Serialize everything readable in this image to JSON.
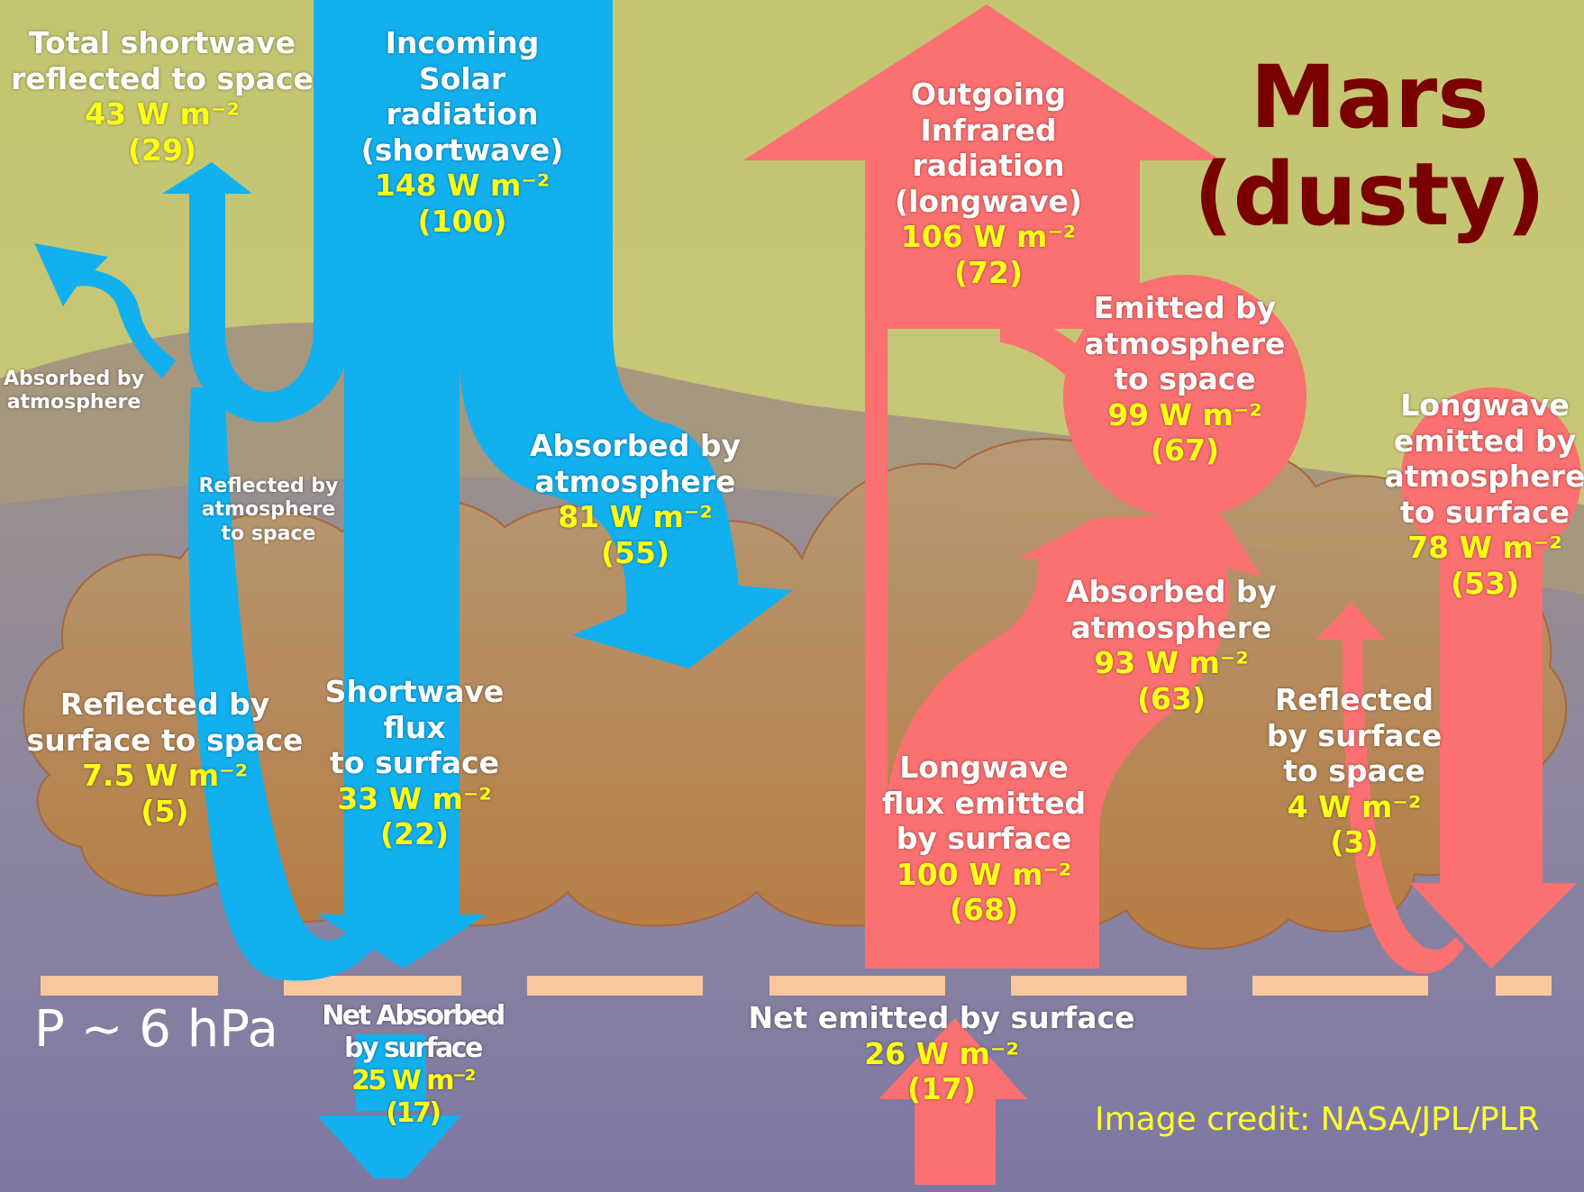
{
  "title": {
    "line1": "Mars",
    "line2": "(dusty)"
  },
  "pressure": "P ~ 6 hPa",
  "credit": "Image credit: NASA/JPL/PLR",
  "colors": {
    "shortwave": "#12b0ee",
    "longwave": "#fb7070",
    "value_text": "#ffff14",
    "title": "#7a0000",
    "surface_dash": "#f8c79e"
  },
  "labels": {
    "total_reflected": {
      "lines": [
        "Total shortwave",
        "reflected to space"
      ],
      "value": "43 W m⁻²",
      "pct": "(29)"
    },
    "incoming": {
      "lines": [
        "Incoming",
        "Solar",
        "radiation",
        "(shortwave)"
      ],
      "value": "148 W m⁻²",
      "pct": "(100)"
    },
    "absorbed_sw": {
      "lines": [
        "Absorbed by",
        "atmosphere"
      ],
      "value": "81 W m⁻²",
      "pct": "(55)"
    },
    "absorbed_small": {
      "lines": [
        "Absorbed by",
        "atmosphere"
      ]
    },
    "reflected_atm": {
      "lines": [
        "Reflected by",
        "atmosphere",
        "to space"
      ]
    },
    "reflected_surf": {
      "lines": [
        "Reflected by",
        "surface to space"
      ],
      "value": "7.5 W m⁻²",
      "pct": "(5)"
    },
    "sw_flux": {
      "lines": [
        "Shortwave",
        "flux",
        "to surface"
      ],
      "value": "33 W m⁻²",
      "pct": "(22)"
    },
    "net_absorbed": {
      "lines": [
        "Net Absorbed",
        "by surface"
      ],
      "value": "25 W m⁻²",
      "pct": "(17)"
    },
    "outgoing_ir": {
      "lines": [
        "Outgoing",
        "Infrared",
        "radiation",
        "(longwave)"
      ],
      "value": "106 W m⁻²",
      "pct": "(72)"
    },
    "emitted_atm": {
      "lines": [
        "Emitted by",
        "atmosphere",
        "to space"
      ],
      "value": "99 W m⁻²",
      "pct": "(67)"
    },
    "lw_to_surface": {
      "lines": [
        "Longwave",
        "emitted by",
        "atmosphere",
        "to surface"
      ],
      "value": "78 W m⁻²",
      "pct": "(53)"
    },
    "absorbed_lw": {
      "lines": [
        "Absorbed by",
        "atmosphere"
      ],
      "value": "93 W m⁻²",
      "pct": "(63)"
    },
    "lw_surface": {
      "lines": [
        "Longwave",
        "flux emitted",
        "by surface"
      ],
      "value": "100 W m⁻²",
      "pct": "(68)"
    },
    "reflected_lw": {
      "lines": [
        "Reflected",
        "by surface",
        "to space"
      ],
      "value": "4 W m⁻²",
      "pct": "(3)"
    },
    "net_emitted": {
      "lines": [
        "Net emitted by surface"
      ],
      "value": "26 W m⁻²",
      "pct": "(17)"
    }
  }
}
